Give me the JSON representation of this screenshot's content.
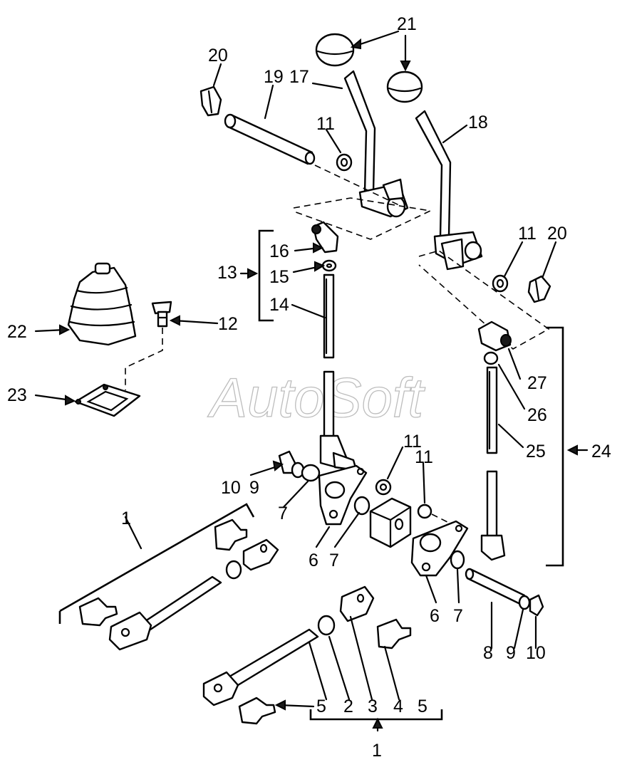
{
  "watermark": "AutoSoft",
  "callouts": {
    "c1a": "1",
    "c1b": "1",
    "c2": "2",
    "c3": "3",
    "c4": "4",
    "c5a": "5",
    "c5b": "5",
    "c6a": "6",
    "c6b": "6",
    "c7a": "7",
    "c7b": "7",
    "c7c": "7",
    "c8": "8",
    "c9a": "9",
    "c9b": "9",
    "c10a": "10",
    "c10b": "10",
    "c11a": "11",
    "c11b": "11",
    "c11c": "11",
    "c11d": "11",
    "c12": "12",
    "c13": "13",
    "c14": "14",
    "c15": "15",
    "c16": "16",
    "c17": "17",
    "c18": "18",
    "c19": "19",
    "c20a": "20",
    "c20b": "20",
    "c21": "21",
    "c22": "22",
    "c23": "23",
    "c24": "24",
    "c25": "25",
    "c26": "26",
    "c27": "27"
  }
}
